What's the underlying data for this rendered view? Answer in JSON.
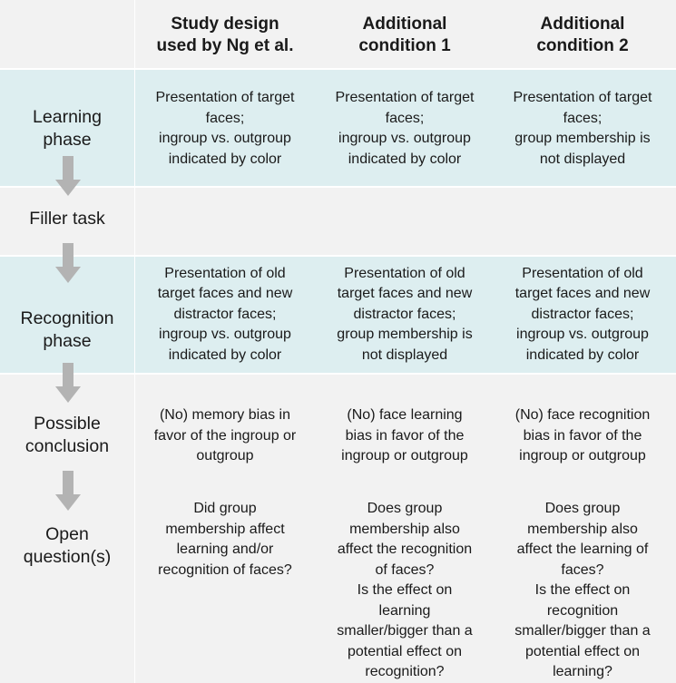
{
  "header": {
    "col1": "Study design\nused by Ng et al.",
    "col2": "Additional\ncondition 1",
    "col3": "Additional\ncondition 2"
  },
  "rows": {
    "learning": {
      "label": "Learning\nphase",
      "col1": "Presentation of target\nfaces;\ningroup vs. outgroup\nindicated by color",
      "col2": "Presentation of target\nfaces;\ningroup vs. outgroup\nindicated by color",
      "col3": "Presentation of target\nfaces;\ngroup membership is\nnot displayed"
    },
    "filler": {
      "label": "Filler task"
    },
    "recognition": {
      "label": "Recognition\nphase",
      "col1": "Presentation of old\ntarget faces and new\ndistractor faces;\ningroup vs. outgroup\nindicated by color",
      "col2": "Presentation of old\ntarget faces and new\ndistractor faces;\ngroup membership is\nnot displayed",
      "col3": "Presentation of old\ntarget faces and new\ndistractor faces;\ningroup vs. outgroup\nindicated by color"
    },
    "conclusion": {
      "label": "Possible\nconclusion",
      "col1": "(No) memory bias in\nfavor of the ingroup or\noutgroup",
      "col2": "(No) face learning\nbias in favor of the\ningroup or outgroup",
      "col3": "(No) face recognition\nbias in favor of the\ningroup or outgroup"
    },
    "questions": {
      "label": "Open\nquestion(s)",
      "col1": "Did group\nmembership affect\nlearning and/or\nrecognition of faces?",
      "col2": "Does group\nmembership also\naffect the recognition\nof faces?\nIs the effect on\nlearning\nsmaller/bigger than a\npotential effect on\nrecognition?",
      "col3": "Does group\nmembership also\naffect the learning of\nfaces?\nIs the effect on\nrecognition\nsmaller/bigger than a\npotential effect on\nlearning?"
    }
  },
  "colors": {
    "teal_band": "#ddeef0",
    "grey_band": "#f2f2f2",
    "arrow_fill": "#b3b3b3"
  }
}
